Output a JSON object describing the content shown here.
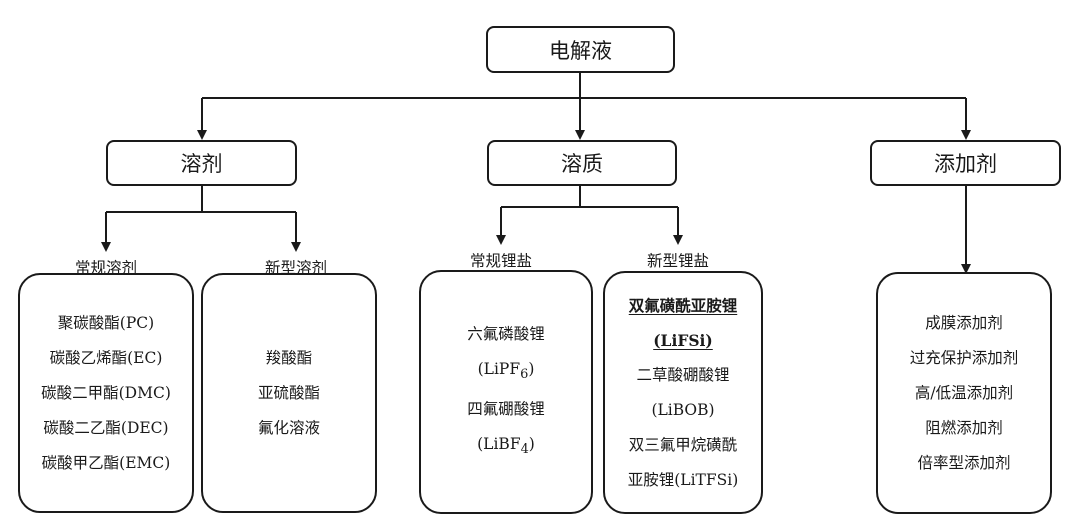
{
  "root": {
    "label": "电解液"
  },
  "categories": [
    {
      "id": "solvent",
      "label": "溶剂"
    },
    {
      "id": "solute",
      "label": "溶质"
    },
    {
      "id": "additive",
      "label": "添加剂"
    }
  ],
  "subcategories": [
    {
      "id": "conventional-solvent",
      "label": "常规溶剂"
    },
    {
      "id": "new-solvent",
      "label": "新型溶剂"
    },
    {
      "id": "conventional-salt",
      "label": "常规锂盐"
    },
    {
      "id": "new-salt",
      "label": "新型锂盐"
    }
  ],
  "panels": {
    "conventional_solvent": [
      "聚碳酸酯(PC)",
      "碳酸乙烯酯(EC)",
      "碳酸二甲酯(DMC)",
      "碳酸二乙酯(DEC)",
      "碳酸甲乙酯(EMC)"
    ],
    "new_solvent": [
      "羧酸酯",
      "亚硫酸酯",
      "氟化溶液"
    ],
    "conventional_salt": {
      "lipf6_name": "六氟磷酸锂",
      "lipf6_formula_prefix": "(LiPF",
      "lipf6_formula_sub": "6",
      "lipf6_formula_suffix": ")",
      "libf4_name": "四氟硼酸锂",
      "libf4_formula_prefix": "(LiBF",
      "libf4_formula_sub": "4",
      "libf4_formula_suffix": ")"
    },
    "new_salt": {
      "highlight_name": "双氟磺酰亚胺锂",
      "highlight_formula": "(LiFSi)",
      "items": [
        "二草酸硼酸锂",
        "(LiBOB)",
        "双三氟甲烷磺酰",
        "亚胺锂(LiTFSi)"
      ]
    },
    "additive": [
      "成膜添加剂",
      "过充保护添加剂",
      "高/低温添加剂",
      "阻燃添加剂",
      "倍率型添加剂"
    ]
  }
}
